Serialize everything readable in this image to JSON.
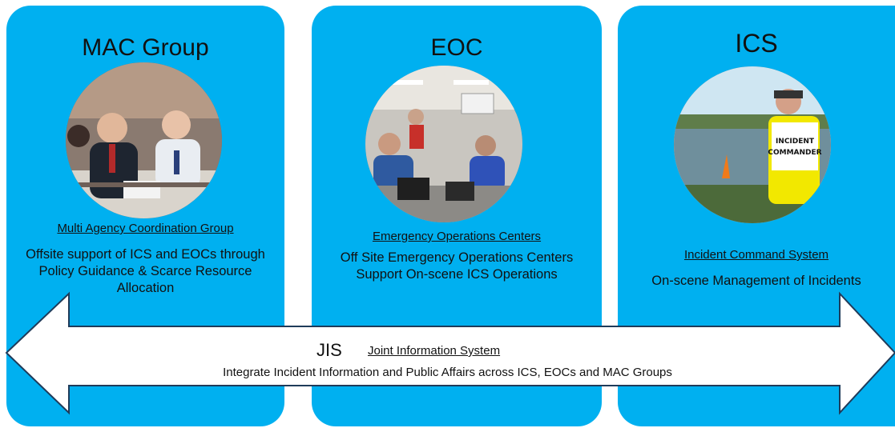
{
  "panels": {
    "mac": {
      "title": "MAC Group",
      "subtitle": "Multi Agency Coordination Group",
      "description": "Offsite support of ICS and EOCs through Policy Guidance & Scarce Resource Allocation"
    },
    "eoc": {
      "title": "EOC",
      "subtitle": "Emergency Operations Centers",
      "description": "Off Site Emergency Operations Centers Support On-scene ICS Operations"
    },
    "ics": {
      "title": "ICS",
      "subtitle": "Incident Command System",
      "description": "On-scene Management of Incidents",
      "vest_text": "INCIDENT COMMANDER"
    }
  },
  "jis": {
    "abbr": "JIS",
    "name": "Joint Information System",
    "description": "Integrate Incident Information and Public Affairs across ICS, EOCs and MAC Groups"
  },
  "colors": {
    "panel": "#00b0f0",
    "arrow_fill": "#ffffff",
    "arrow_stroke": "#1f3b5a"
  }
}
